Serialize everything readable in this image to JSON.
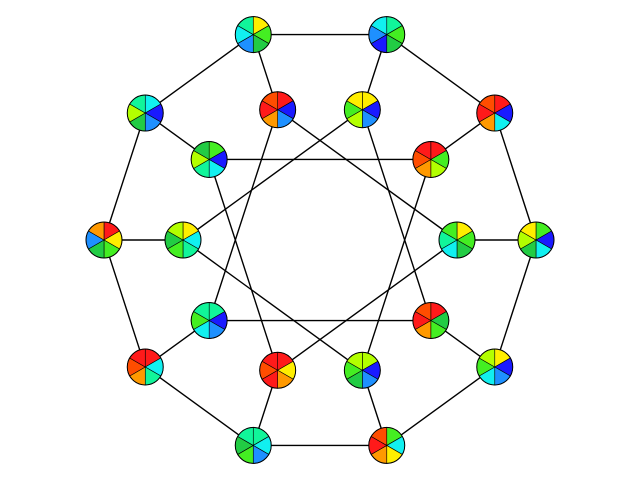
{
  "graph": {
    "description_free": true,
    "nodes": [
      {
        "id": "o0",
        "colors": [
          "red",
          "yellow",
          "lime",
          "green",
          "dodgerblue",
          "orange"
        ]
      },
      {
        "id": "o1",
        "colors": [
          "cyan",
          "blue",
          "dodgerblue",
          "green",
          "chartreuse",
          "springgreen"
        ]
      },
      {
        "id": "o2",
        "colors": [
          "yellow",
          "lime",
          "green",
          "dodgerblue",
          "cyan",
          "springgreen"
        ]
      },
      {
        "id": "o3",
        "colors": [
          "springgreen",
          "lime",
          "green",
          "blue",
          "dodgerblue",
          "cyan"
        ]
      },
      {
        "id": "o4",
        "colors": [
          "red",
          "blue",
          "cyan",
          "orange",
          "red",
          "orangered"
        ]
      },
      {
        "id": "o5",
        "colors": [
          "lime",
          "blue",
          "cyan",
          "green",
          "chartreuse",
          "yellow"
        ]
      },
      {
        "id": "o6",
        "colors": [
          "yellow",
          "blue",
          "dodgerblue",
          "cyan",
          "lime",
          "chartreuse"
        ]
      },
      {
        "id": "o7",
        "colors": [
          "lime",
          "cyan",
          "yellow",
          "orange",
          "red",
          "orangered"
        ]
      },
      {
        "id": "o8",
        "colors": [
          "springgreen",
          "cyan",
          "dodgerblue",
          "lime",
          "green",
          "springgreen"
        ]
      },
      {
        "id": "o9",
        "colors": [
          "red",
          "cyan",
          "springgreen",
          "orange",
          "orangered",
          "red"
        ]
      },
      {
        "id": "i0",
        "colors": [
          "yellow",
          "cyan",
          "springgreen",
          "lime",
          "green",
          "chartreuse"
        ]
      },
      {
        "id": "i1",
        "colors": [
          "lime",
          "blue",
          "cyan",
          "springgreen",
          "chartreuse",
          "green"
        ]
      },
      {
        "id": "i2",
        "colors": [
          "red",
          "blue",
          "dodgerblue",
          "orange",
          "red",
          "orangered"
        ]
      },
      {
        "id": "i3",
        "colors": [
          "yellow",
          "blue",
          "dodgerblue",
          "chartreuse",
          "lime",
          "yellow"
        ]
      },
      {
        "id": "i4",
        "colors": [
          "red",
          "lime",
          "chartreuse",
          "orange",
          "orangered",
          "red"
        ]
      },
      {
        "id": "i5",
        "colors": [
          "yellow",
          "lime",
          "green",
          "cyan",
          "springgreen",
          "lime"
        ]
      },
      {
        "id": "i6",
        "colors": [
          "red",
          "green",
          "lime",
          "orange",
          "red",
          "orangered"
        ]
      },
      {
        "id": "i7",
        "colors": [
          "chartreuse",
          "blue",
          "dodgerblue",
          "green",
          "lime",
          "chartreuse"
        ]
      },
      {
        "id": "i8",
        "colors": [
          "red",
          "yellow",
          "orange",
          "red",
          "orangered",
          "red"
        ]
      },
      {
        "id": "i9",
        "colors": [
          "springgreen",
          "blue",
          "dodgerblue",
          "cyan",
          "lime",
          "springgreen"
        ]
      }
    ],
    "edges": [
      [
        "o0",
        "o1"
      ],
      [
        "o1",
        "o2"
      ],
      [
        "o2",
        "o3"
      ],
      [
        "o3",
        "o4"
      ],
      [
        "o4",
        "o5"
      ],
      [
        "o5",
        "o6"
      ],
      [
        "o6",
        "o7"
      ],
      [
        "o7",
        "o8"
      ],
      [
        "o8",
        "o9"
      ],
      [
        "o9",
        "o0"
      ],
      [
        "o0",
        "i0"
      ],
      [
        "o1",
        "i1"
      ],
      [
        "o2",
        "i2"
      ],
      [
        "o3",
        "i3"
      ],
      [
        "o4",
        "i4"
      ],
      [
        "o5",
        "i5"
      ],
      [
        "o6",
        "i6"
      ],
      [
        "o7",
        "i7"
      ],
      [
        "o8",
        "i8"
      ],
      [
        "o9",
        "i9"
      ],
      [
        "i0",
        "i3"
      ],
      [
        "i1",
        "i4"
      ],
      [
        "i2",
        "i5"
      ],
      [
        "i3",
        "i6"
      ],
      [
        "i4",
        "i7"
      ],
      [
        "i5",
        "i8"
      ],
      [
        "i6",
        "i9"
      ],
      [
        "i7",
        "i0"
      ],
      [
        "i8",
        "i1"
      ],
      [
        "i9",
        "i2"
      ]
    ]
  }
}
